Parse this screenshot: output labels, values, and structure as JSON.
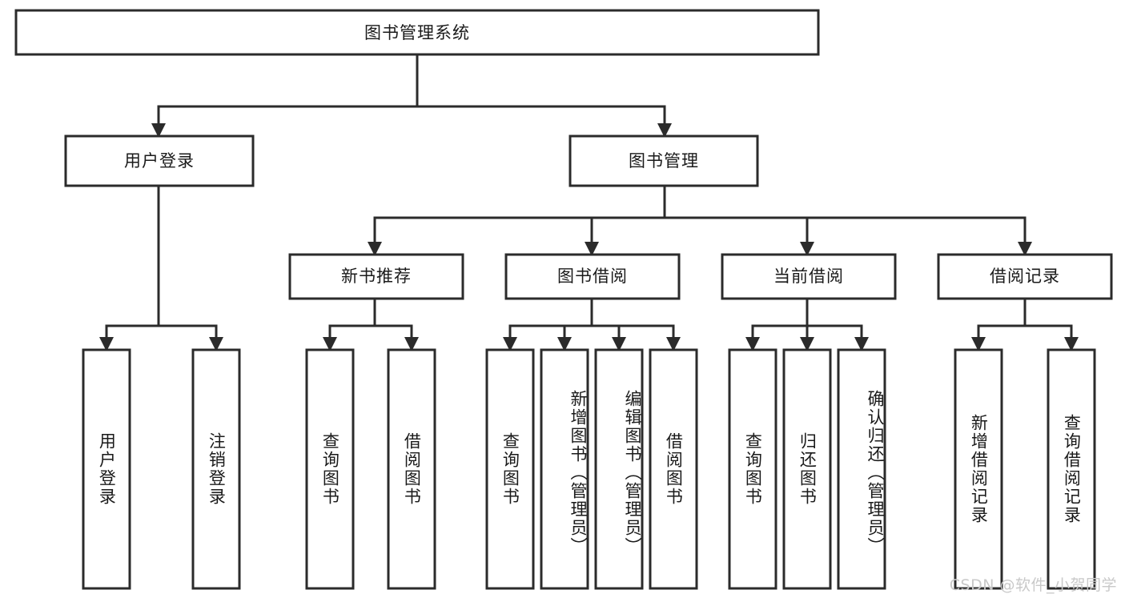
{
  "diagram": {
    "title": "图书管理系统",
    "type": "tree",
    "orientation": "top-down",
    "colors": {
      "node_fill": "#ffffff",
      "node_stroke": "#2b2b2b",
      "text": "#1a1a1a",
      "watermark": "#c9c9c9",
      "background": "#ffffff"
    }
  },
  "root": {
    "label": "图书管理系统"
  },
  "level2": [
    {
      "label": "用户登录"
    },
    {
      "label": "图书管理"
    }
  ],
  "level3": [
    {
      "label": "新书推荐"
    },
    {
      "label": "图书借阅"
    },
    {
      "label": "当前借阅"
    },
    {
      "label": "借阅记录"
    }
  ],
  "leaves": {
    "user_login": [
      {
        "label": "用户登录"
      },
      {
        "label": "注销登录"
      }
    ],
    "new_book_recommend": [
      {
        "label": "查询图书"
      },
      {
        "label": "借阅图书"
      }
    ],
    "book_borrow": [
      {
        "label": "查询图书"
      },
      {
        "label": "新增图书（管理员）"
      },
      {
        "label": "编辑图书（管理员）"
      },
      {
        "label": "借阅图书"
      }
    ],
    "current_borrow": [
      {
        "label": "查询图书"
      },
      {
        "label": "归还图书"
      },
      {
        "label": "确认归还（管理员）"
      }
    ],
    "borrow_record": [
      {
        "label": "新增借阅记录"
      },
      {
        "label": "查询借阅记录"
      }
    ]
  },
  "watermark": {
    "text": "CSDN @软件_小贺同学"
  }
}
